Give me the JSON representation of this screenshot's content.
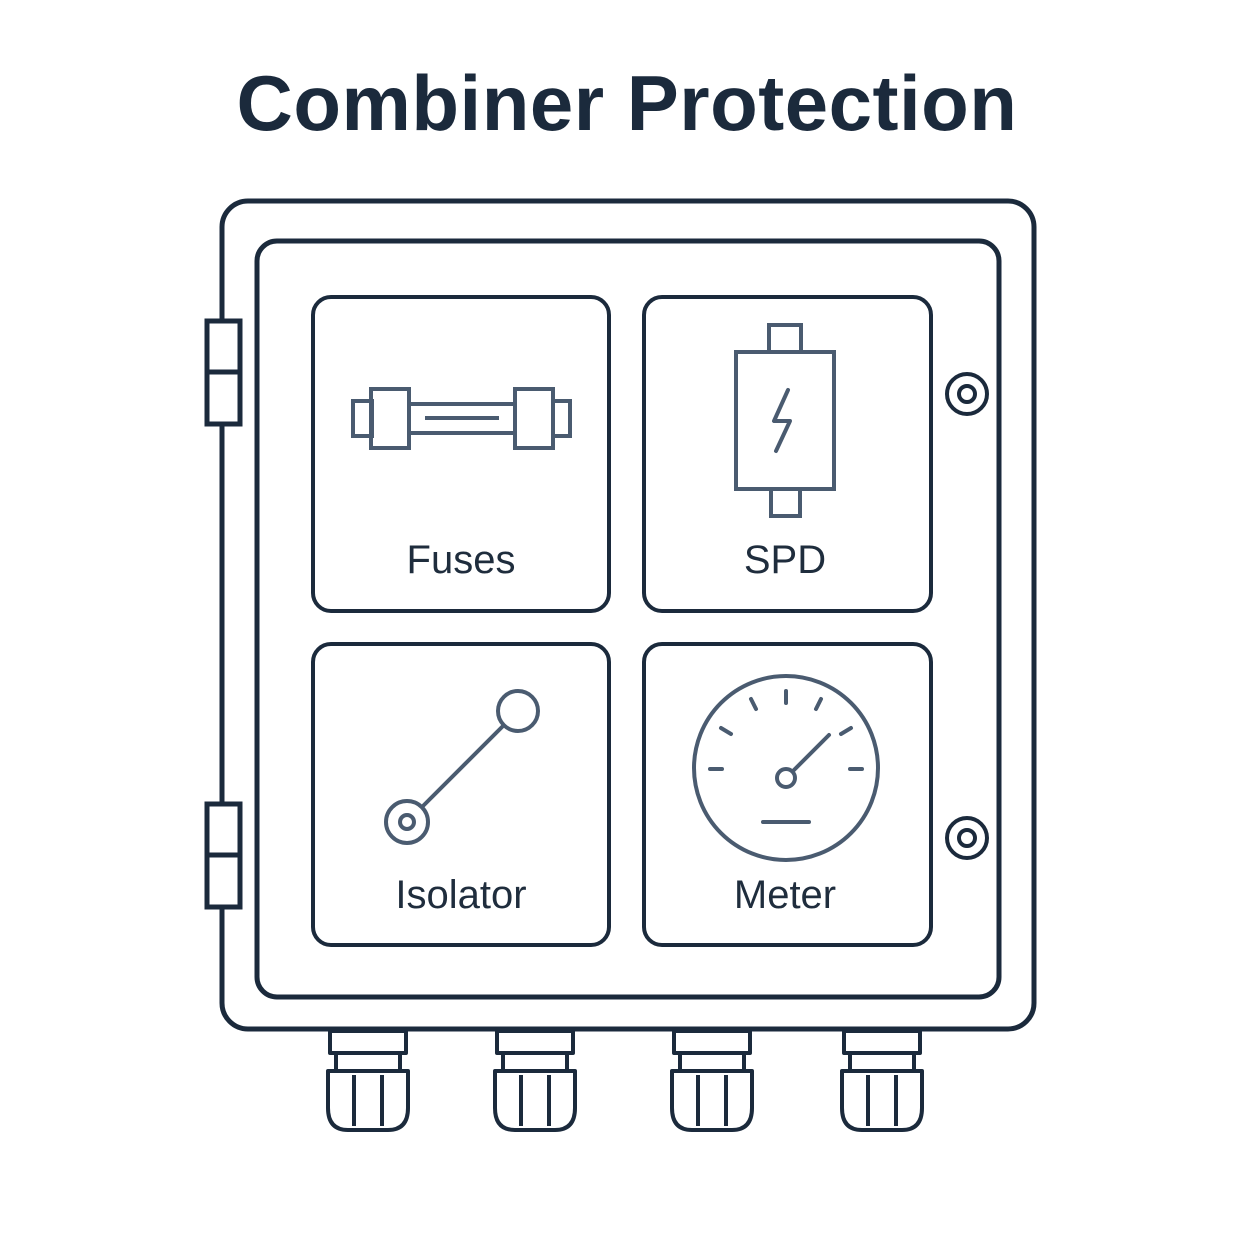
{
  "title": "Combiner Protection",
  "colors": {
    "enclosure": "#1b2a3c",
    "icon": "#4a5b70",
    "text": "#1f2d3d"
  },
  "panels": [
    {
      "label": "Fuses",
      "icon": "fuse-icon"
    },
    {
      "label": "SPD",
      "icon": "surge-protector-icon"
    },
    {
      "label": "Isolator",
      "icon": "isolator-switch-icon"
    },
    {
      "label": "Meter",
      "icon": "gauge-meter-icon"
    }
  ],
  "cable_gland_count": 4
}
